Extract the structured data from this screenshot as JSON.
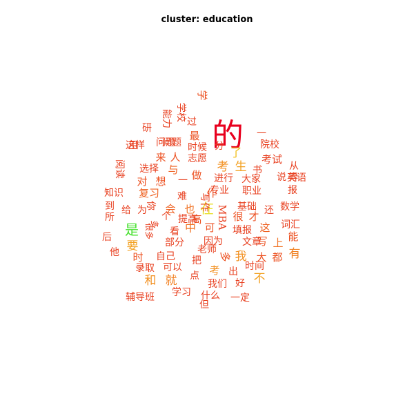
{
  "chart_data": {
    "type": "wordcloud",
    "title": "cluster: education",
    "words": [
      {
        "text": "的",
        "size": 46,
        "color": "#e8001e"
      },
      {
        "text": "是",
        "size": 20,
        "color": "#44e02c"
      },
      {
        "text": "在",
        "size": 20,
        "color": "#e8e02c"
      },
      {
        "text": "了",
        "size": 17,
        "color": "#f0c020"
      },
      {
        "text": "生",
        "size": 17,
        "color": "#f2a020"
      },
      {
        "text": "考",
        "size": 17,
        "color": "#f29020"
      },
      {
        "text": "我",
        "size": 17,
        "color": "#f29020"
      },
      {
        "text": "要",
        "size": 17,
        "color": "#f2a020"
      },
      {
        "text": "不",
        "size": 17,
        "color": "#f2a020"
      },
      {
        "text": "有",
        "size": 17,
        "color": "#f08020"
      },
      {
        "text": "和",
        "size": 17,
        "color": "#f29020"
      },
      {
        "text": "就",
        "size": 17,
        "color": "#f28020"
      },
      {
        "text": "中",
        "size": 16,
        "color": "#f07020"
      },
      {
        "text": "也",
        "size": 15,
        "color": "#f07020"
      },
      {
        "text": "会",
        "size": 15,
        "color": "#ee6020"
      },
      {
        "text": "与",
        "size": 15,
        "color": "#ee6020"
      },
      {
        "text": "上",
        "size": 15,
        "color": "#f07020"
      },
      {
        "text": "这",
        "size": 15,
        "color": "#ee6020"
      },
      {
        "text": "考试",
        "size": 15,
        "color": "#e84020"
      },
      {
        "text": "考",
        "size": 15,
        "color": "#f29020"
      },
      {
        "text": "MBA",
        "size": 15,
        "color": "#e84020"
      },
      {
        "text": "复习",
        "size": 15,
        "color": "#ee6020"
      },
      {
        "text": "做",
        "size": 15,
        "color": "#ec5020"
      },
      {
        "text": "作",
        "size": 15,
        "color": "#ec5020"
      },
      {
        "text": "很",
        "size": 15,
        "color": "#ec5020"
      },
      {
        "text": "学",
        "size": 15,
        "color": "#ec5020"
      },
      {
        "text": "写",
        "size": 15,
        "color": "#ec5020"
      },
      {
        "text": "高",
        "size": 15,
        "color": "#ec5020"
      },
      {
        "text": "最",
        "size": 15,
        "color": "#ec5020"
      },
      {
        "text": "来",
        "size": 15,
        "color": "#ec5020"
      },
      {
        "text": "对",
        "size": 15,
        "color": "#ec5020"
      },
      {
        "text": "想",
        "size": 15,
        "color": "#ec5020"
      },
      {
        "text": "人",
        "size": 15,
        "color": "#ec5020"
      },
      {
        "text": "才",
        "size": 15,
        "color": "#ec5020"
      },
      {
        "text": "能",
        "size": 15,
        "color": "#ec5020"
      },
      {
        "text": "时",
        "size": 15,
        "color": "#ec5020"
      },
      {
        "text": "大",
        "size": 15,
        "color": "#ec5020"
      },
      {
        "text": "都",
        "size": 15,
        "color": "#ec5020"
      },
      {
        "text": "多",
        "size": 15,
        "color": "#ec5020"
      },
      {
        "text": "可",
        "size": 15,
        "color": "#ec5020"
      },
      {
        "text": "时间",
        "size": 14,
        "color": "#e84020"
      },
      {
        "text": "提高",
        "size": 14,
        "color": "#e84020"
      },
      {
        "text": "报",
        "size": 14,
        "color": "#e84020"
      },
      {
        "text": "所",
        "size": 14,
        "color": "#e84020"
      },
      {
        "text": "给",
        "size": 14,
        "color": "#e84020"
      },
      {
        "text": "为",
        "size": 14,
        "color": "#e84020"
      },
      {
        "text": "你",
        "size": 14,
        "color": "#e84020"
      },
      {
        "text": "后",
        "size": 14,
        "color": "#e84020"
      },
      {
        "text": "他",
        "size": 14,
        "color": "#e84020"
      },
      {
        "text": "看",
        "size": 14,
        "color": "#e84020"
      },
      {
        "text": "一",
        "size": 14,
        "color": "#e84020"
      },
      {
        "text": "一",
        "size": 14,
        "color": "#e84020"
      },
      {
        "text": "个",
        "size": 14,
        "color": "#e84020"
      },
      {
        "text": "把",
        "size": 14,
        "color": "#e84020"
      },
      {
        "text": "点",
        "size": 14,
        "color": "#e84020"
      },
      {
        "text": "到",
        "size": 14,
        "color": "#e84020"
      },
      {
        "text": "出",
        "size": 14,
        "color": "#e84020"
      },
      {
        "text": "从",
        "size": 14,
        "color": "#e84020"
      },
      {
        "text": "书",
        "size": 14,
        "color": "#e84020"
      },
      {
        "text": "好",
        "size": 14,
        "color": "#e84020"
      },
      {
        "text": "但",
        "size": 14,
        "color": "#e84020"
      },
      {
        "text": "研",
        "size": 14,
        "color": "#e84020"
      },
      {
        "text": "过",
        "size": 14,
        "color": "#e84020"
      },
      {
        "text": "难",
        "size": 14,
        "color": "#e84020"
      },
      {
        "text": "用",
        "size": 14,
        "color": "#e84020"
      },
      {
        "text": "分",
        "size": 14,
        "color": "#e84020"
      },
      {
        "text": "说",
        "size": 14,
        "color": "#e84020"
      },
      {
        "text": "得",
        "size": 14,
        "color": "#e84020"
      },
      {
        "text": "进行",
        "size": 14,
        "color": "#e84020"
      },
      {
        "text": "专业",
        "size": 14,
        "color": "#e84020"
      },
      {
        "text": "部分",
        "size": 14,
        "color": "#e84020"
      },
      {
        "text": "自己",
        "size": 14,
        "color": "#e84020"
      },
      {
        "text": "可以",
        "size": 14,
        "color": "#e84020"
      },
      {
        "text": "我们",
        "size": 14,
        "color": "#e84020"
      },
      {
        "text": "什么",
        "size": 14,
        "color": "#e84020"
      },
      {
        "text": "学习",
        "size": 14,
        "color": "#e84020"
      },
      {
        "text": "因为",
        "size": 14,
        "color": "#e84020"
      },
      {
        "text": "老师",
        "size": 14,
        "color": "#e84020"
      },
      {
        "text": "填报",
        "size": 14,
        "color": "#e84020"
      },
      {
        "text": "文章",
        "size": 14,
        "color": "#e84020"
      },
      {
        "text": "问题",
        "size": 14,
        "color": "#e84020"
      },
      {
        "text": "词汇",
        "size": 14,
        "color": "#e84020"
      },
      {
        "text": "基础",
        "size": 14,
        "color": "#e84020"
      },
      {
        "text": "数学",
        "size": 14,
        "color": "#e84020"
      },
      {
        "text": "英语",
        "size": 14,
        "color": "#e84020"
      },
      {
        "text": "职业",
        "size": 14,
        "color": "#e84020"
      },
      {
        "text": "大家",
        "size": 14,
        "color": "#e84020"
      },
      {
        "text": "院校",
        "size": 14,
        "color": "#e84020"
      },
      {
        "text": "时候",
        "size": 14,
        "color": "#e84020"
      },
      {
        "text": "这样",
        "size": 14,
        "color": "#e84020"
      },
      {
        "text": "问题",
        "size": 14,
        "color": "#e84020"
      },
      {
        "text": "选择",
        "size": 14,
        "color": "#e84020"
      },
      {
        "text": "志愿",
        "size": 14,
        "color": "#e84020"
      },
      {
        "text": "知识",
        "size": 14,
        "color": "#e84020"
      },
      {
        "text": "录取",
        "size": 14,
        "color": "#e84020"
      },
      {
        "text": "辅导班",
        "size": 14,
        "color": "#e84020"
      },
      {
        "text": "一定",
        "size": 14,
        "color": "#e84020"
      },
      {
        "text": "写作",
        "size": 14,
        "color": "#e84020"
      },
      {
        "text": "阅读",
        "size": 14,
        "color": "#e84020"
      },
      {
        "text": "能力",
        "size": 14,
        "color": "#e84020"
      },
      {
        "text": "学校",
        "size": 14,
        "color": "#e84020"
      },
      {
        "text": "还",
        "size": 14,
        "color": "#e84020"
      },
      {
        "text": "很多",
        "size": 12,
        "color": "#e84020"
      },
      {
        "text": "多",
        "size": 12,
        "color": "#e84020"
      }
    ]
  }
}
